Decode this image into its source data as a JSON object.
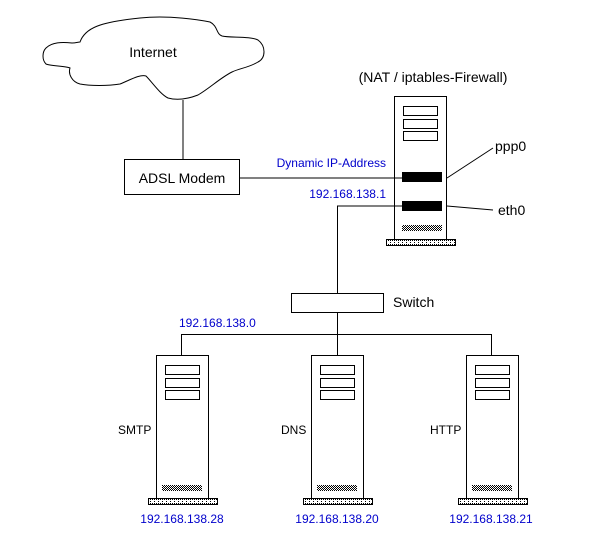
{
  "colors": {
    "line": "#000000",
    "ip_text": "#0000cc",
    "background": "#ffffff"
  },
  "cloud": {
    "label": "Internet"
  },
  "modem": {
    "label": "ADSL Modem"
  },
  "firewall": {
    "title": "(NAT / iptables-Firewall)",
    "interfaces": [
      {
        "name": "ppp0",
        "ip_label": "Dynamic IP-Address"
      },
      {
        "name": "eth0",
        "ip_label": "192.168.138.1"
      }
    ]
  },
  "switch": {
    "label": "Switch",
    "network": "192.168.138.0"
  },
  "servers": [
    {
      "name": "SMTP",
      "ip": "192.168.138.28"
    },
    {
      "name": "DNS",
      "ip": "192.168.138.20"
    },
    {
      "name": "HTTP",
      "ip": "192.168.138.21"
    }
  ]
}
